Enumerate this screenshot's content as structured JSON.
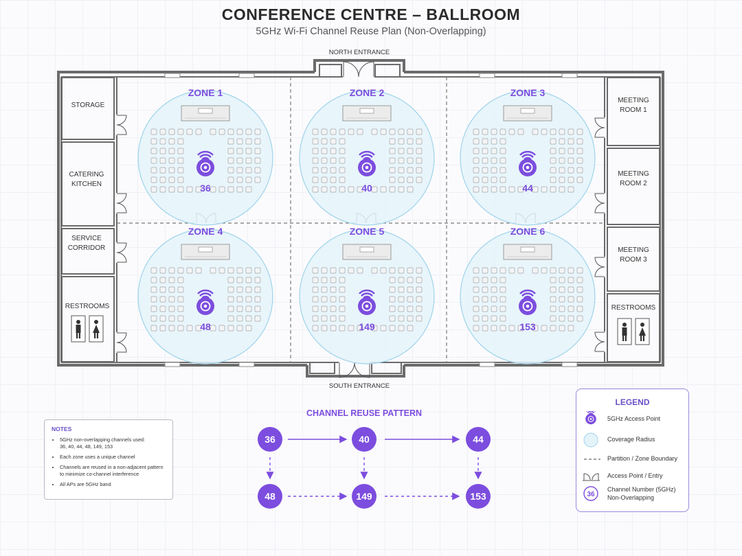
{
  "header": {
    "title": "CONFERENCE CENTRE – BALLROOM",
    "subtitle": "5GHz Wi-Fi Channel Reuse Plan (Non-Overlapping)"
  },
  "entrances": {
    "north": "NORTH ENTRANCE",
    "south": "SOUTH ENTRANCE"
  },
  "rooms": {
    "left": [
      "STORAGE",
      "CATERING KITCHEN",
      "SERVICE CORRIDOR",
      "RESTROOMS"
    ],
    "right": [
      "MEETING ROOM 1",
      "MEETING ROOM 2",
      "MEETING ROOM 3",
      "RESTROOMS"
    ]
  },
  "zones": [
    {
      "label": "ZONE 1",
      "channel": "36"
    },
    {
      "label": "ZONE 2",
      "channel": "40"
    },
    {
      "label": "ZONE 3",
      "channel": "44"
    },
    {
      "label": "ZONE 4",
      "channel": "48"
    },
    {
      "label": "ZONE 5",
      "channel": "149"
    },
    {
      "label": "ZONE 6",
      "channel": "153"
    }
  ],
  "reuse_pattern": {
    "title": "CHANNEL REUSE PATTERN",
    "top": [
      "36",
      "40",
      "44"
    ],
    "bottom": [
      "48",
      "149",
      "153"
    ]
  },
  "notes": {
    "title": "NOTES",
    "items": [
      [
        "5GHz non-overlapping channels used:",
        "36, 40, 44, 48, 149, 153"
      ],
      [
        "Each zone uses a unique channel"
      ],
      [
        "Channels are reused in a non-adjacent pattern",
        "to minimize co-channel interference"
      ],
      [
        "All APs are 5GHz band"
      ]
    ]
  },
  "legend": {
    "title": "LEGEND",
    "items": [
      {
        "icon": "access-point-icon",
        "text": "5GHz Access Point"
      },
      {
        "icon": "coverage-circle-icon",
        "text": "Coverage Radius"
      },
      {
        "icon": "dashed-line-icon",
        "text": "Partition / Zone Boundary"
      },
      {
        "icon": "door-icon",
        "text": "Access Point / Entry"
      },
      {
        "icon": "channel-badge-icon",
        "badge": "36",
        "text": "Channel Number (5GHz)",
        "text2": "Non-Overlapping"
      }
    ]
  },
  "colors": {
    "accent": "#7c4dde",
    "accent_light": "#a889ec",
    "coverage_fill": "#e4f3fa",
    "coverage_stroke": "#9ed3ea",
    "wall": "#6b6b6b"
  }
}
